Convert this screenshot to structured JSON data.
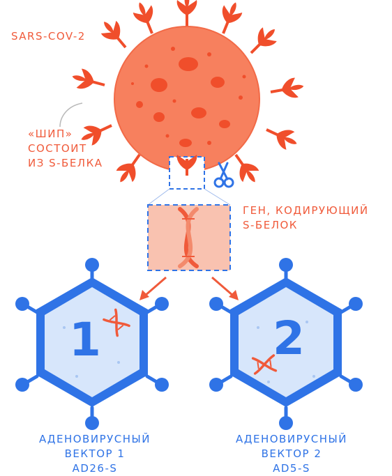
{
  "labels": {
    "virus_name": "SARS-COV-2",
    "spike_line1": "«ШИП»",
    "spike_line2": "СОСТОИТ",
    "spike_line3": "ИЗ S-БЕЛКА",
    "gene_line1": "ГЕН, КОДИРУЮЩИЙ",
    "gene_line2": "S-БЕЛОК"
  },
  "vectors": [
    {
      "number": "1",
      "line1": "АДЕНОВИРУСНЫЙ",
      "line2": "ВЕКТОР 1",
      "line3": "AD26-S"
    },
    {
      "number": "2",
      "line1": "АДЕНОВИРУСНЫЙ",
      "line2": "ВЕКТОР 2",
      "line3": "AD5-S"
    }
  ],
  "icons": {
    "cut_tool": "scissors-icon",
    "dna": "dna-helix-icon"
  },
  "colors": {
    "virus_body": "#f7805e",
    "virus_dark": "#f04e2b",
    "vector_outline": "#2f73e6",
    "vector_fill": "#d7e6fb",
    "highlight_box": "#f9c2b0"
  }
}
